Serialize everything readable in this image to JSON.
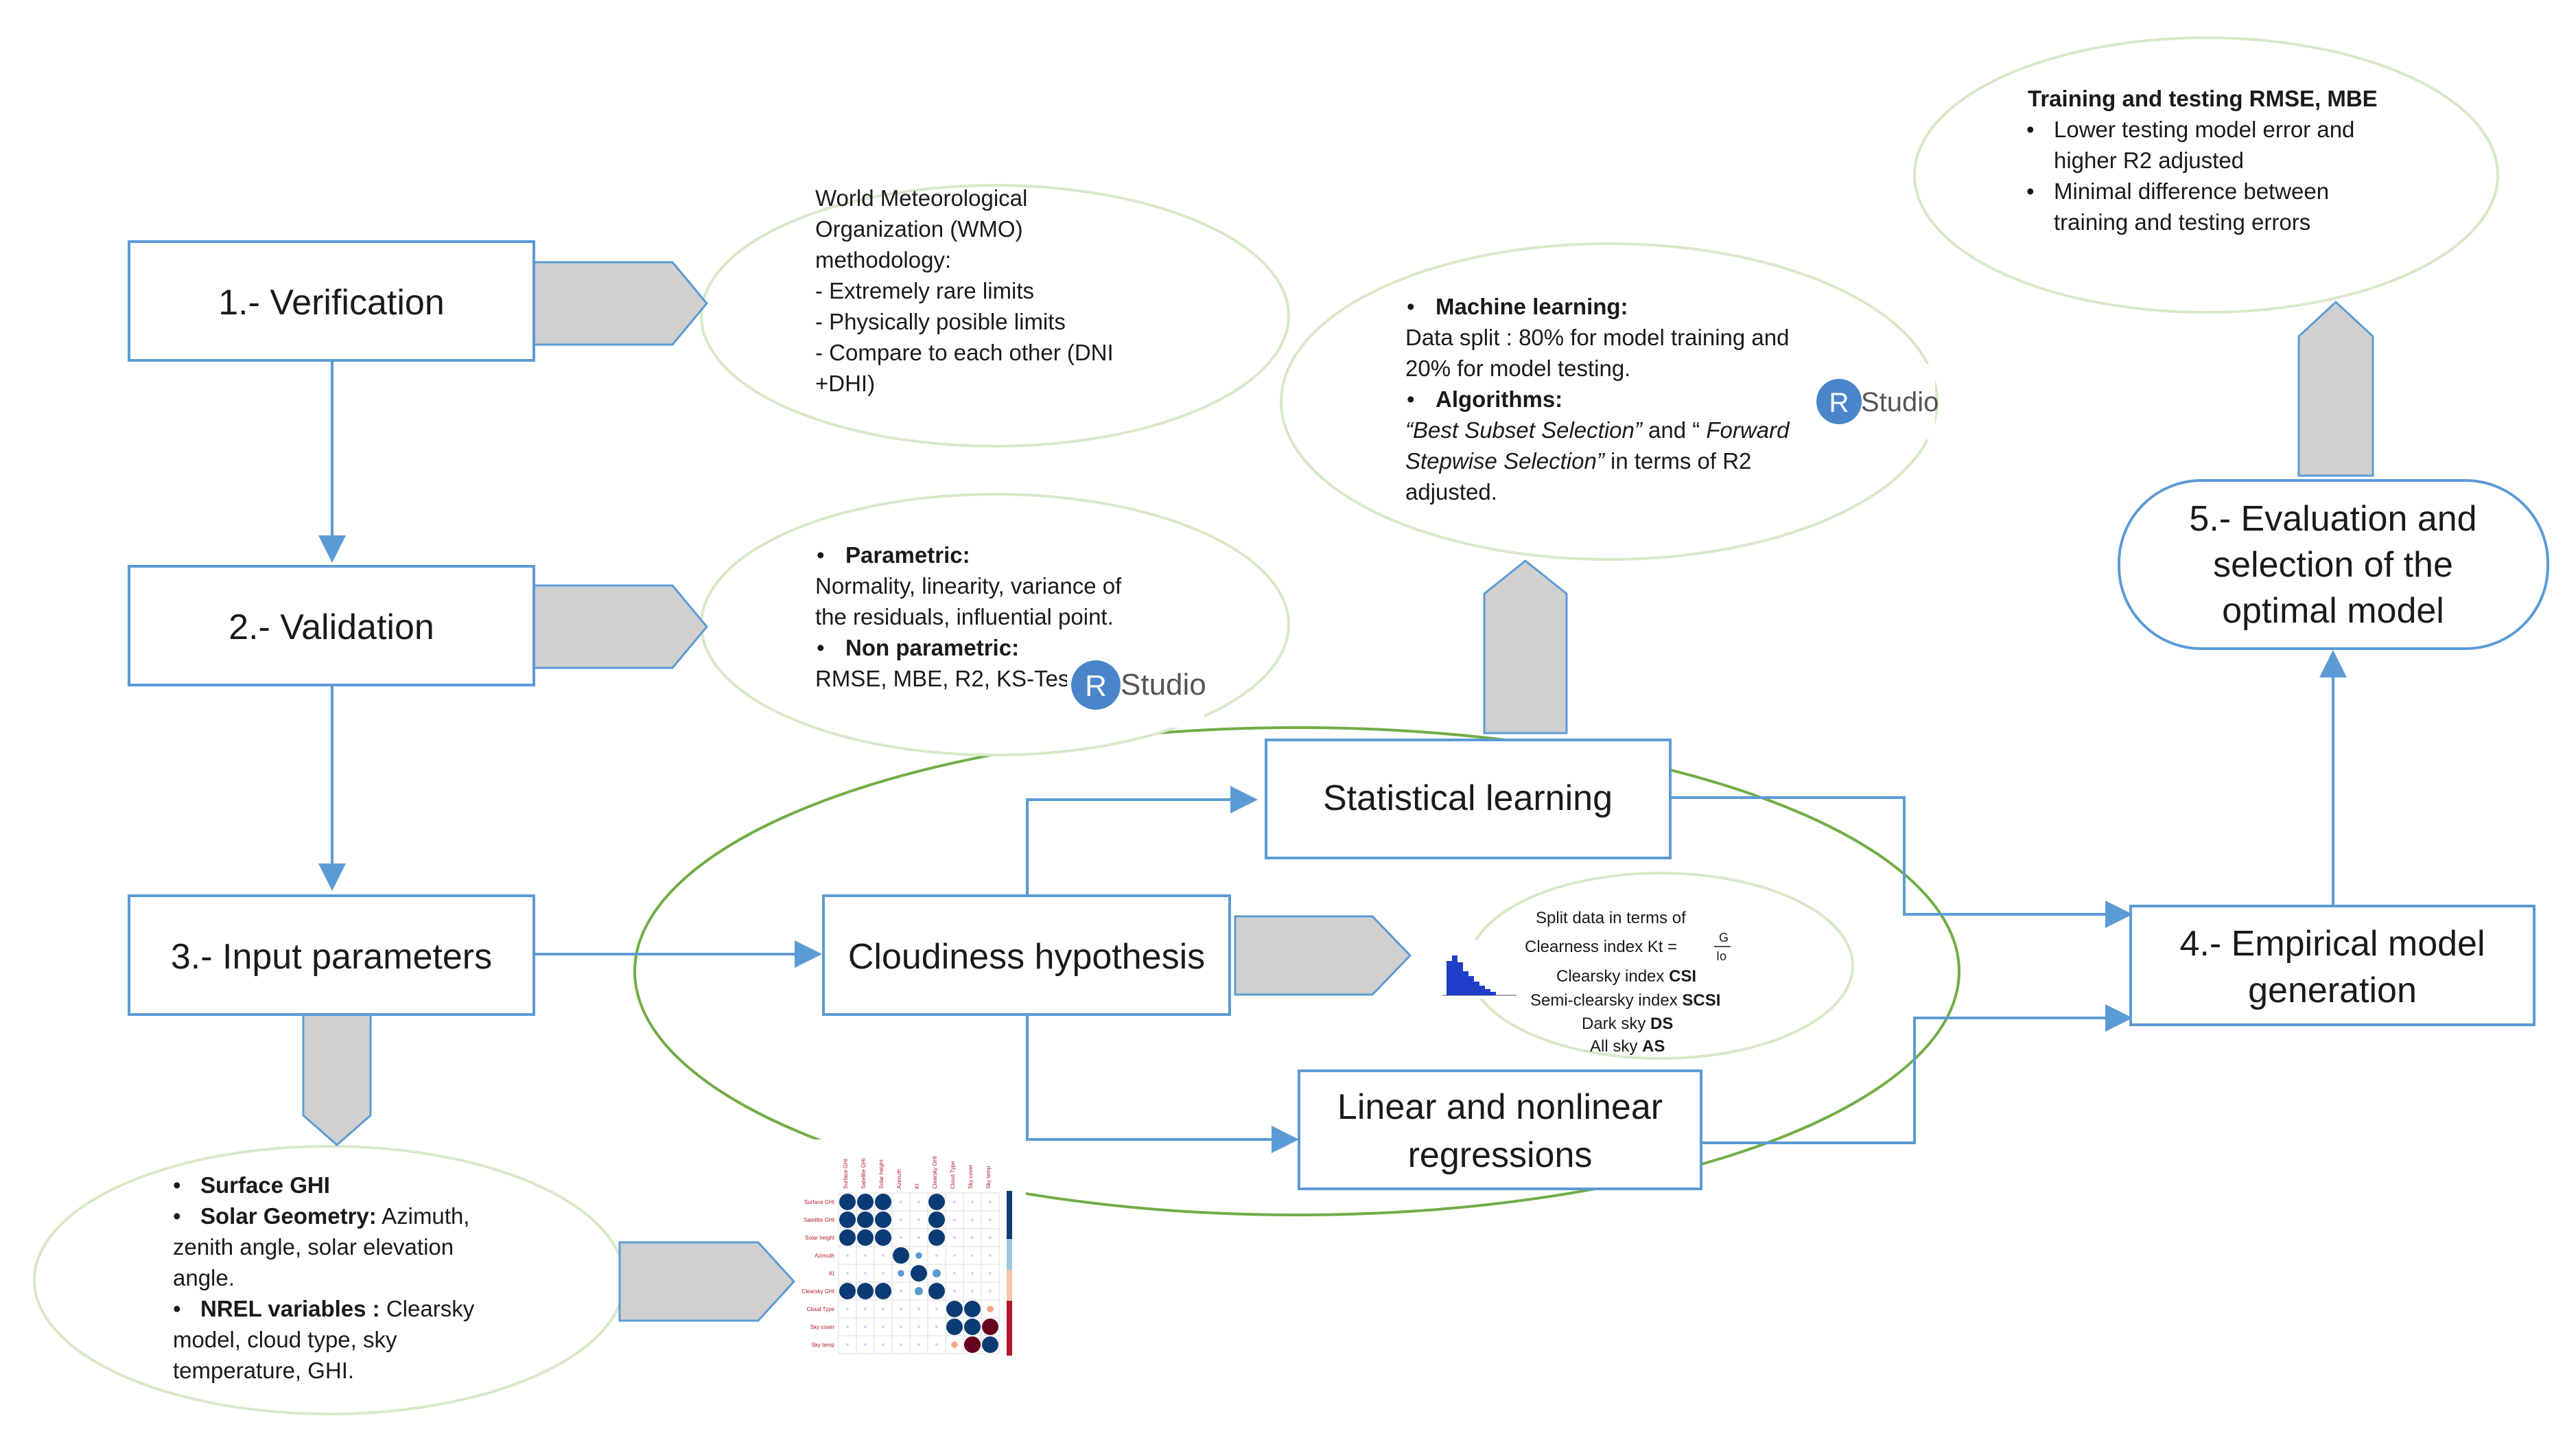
{
  "colors": {
    "box_stroke": "#5b9bd5",
    "arrow": "#5b9bd5",
    "ellipse_stroke": "#d6e8c8",
    "big_ellipse_stroke": "#70ad47",
    "chevron_fill": "#d0d0d0",
    "chevron_stroke": "#5b9bd5",
    "rstudio_blue": "#4a85c9"
  },
  "boxes": {
    "verification": "1.- Verification",
    "validation": "2.- Validation",
    "input": "3.- Input parameters",
    "cloudiness": "Cloudiness hypothesis",
    "statistical": "Statistical learning",
    "linear_1": "Linear and nonlinear",
    "linear_2": "regressions",
    "empirical_1": "4.- Empirical model",
    "empirical_2": "generation",
    "evaluation_1": "5.- Evaluation and",
    "evaluation_2": "selection of the",
    "evaluation_3": "optimal model"
  },
  "wmo": {
    "line1": "World Meteorological",
    "line2": "Organization  (WMO)",
    "line3": "methodology:",
    "item1": "- Extremely rare limits",
    "item2": "- Physically posible limits",
    "item3": "- Compare to each other (DNI",
    "item3b": "+DHI)"
  },
  "validation_note": {
    "parametric_label": "Parametric:",
    "parametric_text1": "Normality, linearity, variance of",
    "parametric_text2": "the residuals, influential point.",
    "nonparametric_label": "Non parametric:",
    "nonparametric_text": "RMSE, MBE, R2, KS-Tes"
  },
  "ml_note": {
    "ml_label": "Machine learning:",
    "split1": "Data split : 80% for model training and",
    "split2": "20% for model testing.",
    "alg_label": "Algorithms:",
    "alg_italic1": "“Best Subset Selection”",
    "alg_and": " and “",
    "alg_italic2": " Forward",
    "alg_italic3": "Stepwise Selection”",
    "alg_rest": " in terms of R2",
    "alg_end": "adjusted."
  },
  "training_note": {
    "title": "Training and testing RMSE, MBE",
    "b1a": "Lower testing model error and",
    "b1b": "higher R2 adjusted",
    "b2a": "Minimal difference between",
    "b2b": "training and testing errors"
  },
  "split_note": {
    "line1": "Split data in terms of",
    "line2": "Clearness index Kt =",
    "frac_num": "G",
    "frac_den": "Io",
    "csi_text": "Clearsky index ",
    "csi": "CSI",
    "scsi_text": "Semi-clearsky index ",
    "scsi": "SCSI",
    "ds_text": "Dark sky ",
    "ds": "DS",
    "as_text": "All sky ",
    "as": "AS"
  },
  "input_note": {
    "b1": "Surface GHI",
    "b2_label": "Solar Geometry:",
    "b2_text1": " Azimuth,",
    "b2_text2": "zenith angle, solar elevation",
    "b2_text3": "angle.",
    "b3_label": "NREL variables :",
    "b3_text1": " Clearsky",
    "b3_text2": "model, cloud type, sky",
    "b3_text3": "temperature, GHI."
  },
  "rstudio": {
    "r": "R",
    "studio": "Studio"
  },
  "corr_labels": [
    "Surface GHI",
    "Satellite GHI",
    "Solar height",
    "Azimuth",
    "Kt",
    "Clearsky GHI",
    "Cloud Type",
    "Sky cover",
    "Sky temp"
  ]
}
